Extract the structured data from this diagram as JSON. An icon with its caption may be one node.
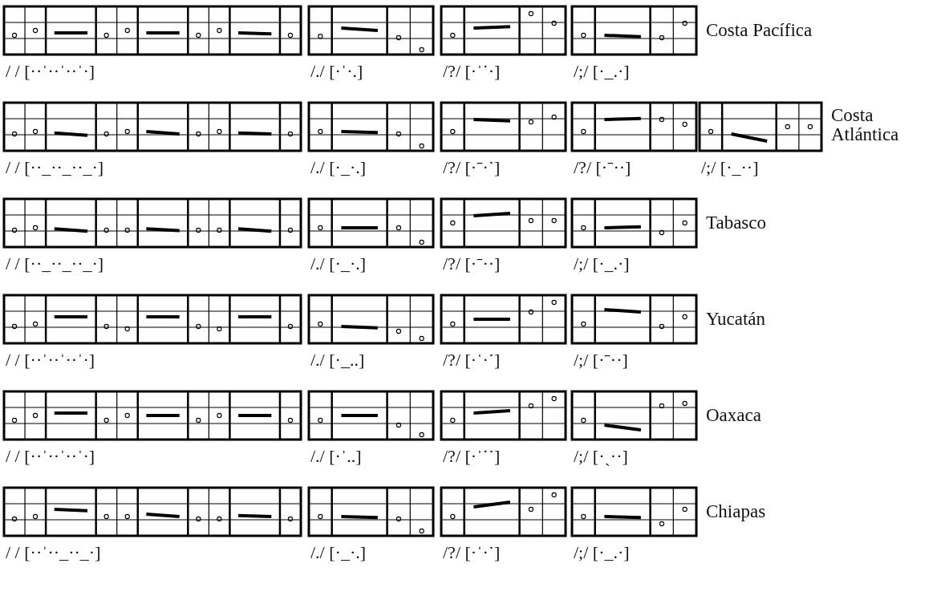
{
  "diagram": {
    "labels": [
      "Costa Pacífica",
      "/ / [··ˈ··ˈ··ˈ·]",
      "/./ [·ˈ·.]",
      "/?/ [·ˈ˙·]",
      "/;/ [·_.·]",
      "Costa Atlántica",
      "/ / [··_··_··_·]",
      "/./ [·_·.]",
      "/?/ [·ˉ·˙]",
      "/?/ [·ˉ··]",
      "/;/ [·_··]",
      "Tabasco",
      "/ / [··_··_··_·]",
      "/./ [·_·.]",
      "/?/ [·ˉ··]",
      "/;/ [·_.·]",
      "Yucatán",
      "/ / [··ˈ··ˈ··ˈ·]",
      "/./ [·_..]",
      "/?/ [·ˈ·˙]",
      "/;/ [·ˉ··]",
      "Oaxaca",
      "/ / [··ˈ··ˈ··ˈ·]",
      "/./ [·ˈ..]",
      "/?/ [·ˈ˙˙]",
      "/;/ [·ˎ··]",
      "Chiapas",
      "/ / [··ˈ··_··_·]",
      "/./ [·_·.]",
      "/?/ [·ˈ·˙]",
      "/;/ [·_.·]"
    ]
  }
}
